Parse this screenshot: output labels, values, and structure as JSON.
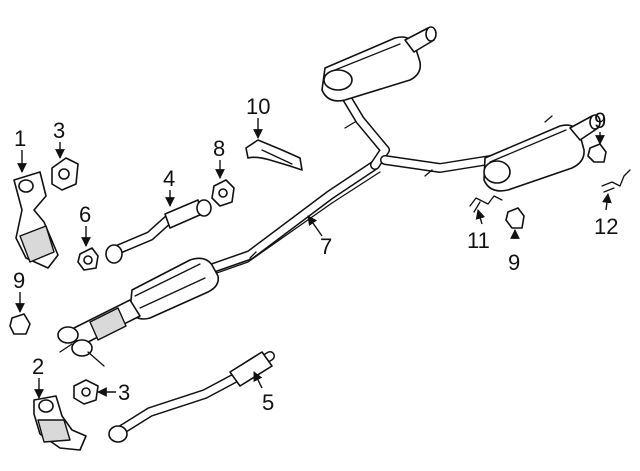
{
  "callouts": [
    {
      "id": "1",
      "label": "1"
    },
    {
      "id": "2",
      "label": "2"
    },
    {
      "id": "3a",
      "label": "3"
    },
    {
      "id": "3b",
      "label": "3"
    },
    {
      "id": "4",
      "label": "4"
    },
    {
      "id": "5",
      "label": "5"
    },
    {
      "id": "6",
      "label": "6"
    },
    {
      "id": "7",
      "label": "7"
    },
    {
      "id": "8",
      "label": "8"
    },
    {
      "id": "9a",
      "label": "9"
    },
    {
      "id": "9b",
      "label": "9"
    },
    {
      "id": "9c",
      "label": "9"
    },
    {
      "id": "10",
      "label": "10"
    },
    {
      "id": "11",
      "label": "11"
    },
    {
      "id": "12",
      "label": "12"
    }
  ]
}
